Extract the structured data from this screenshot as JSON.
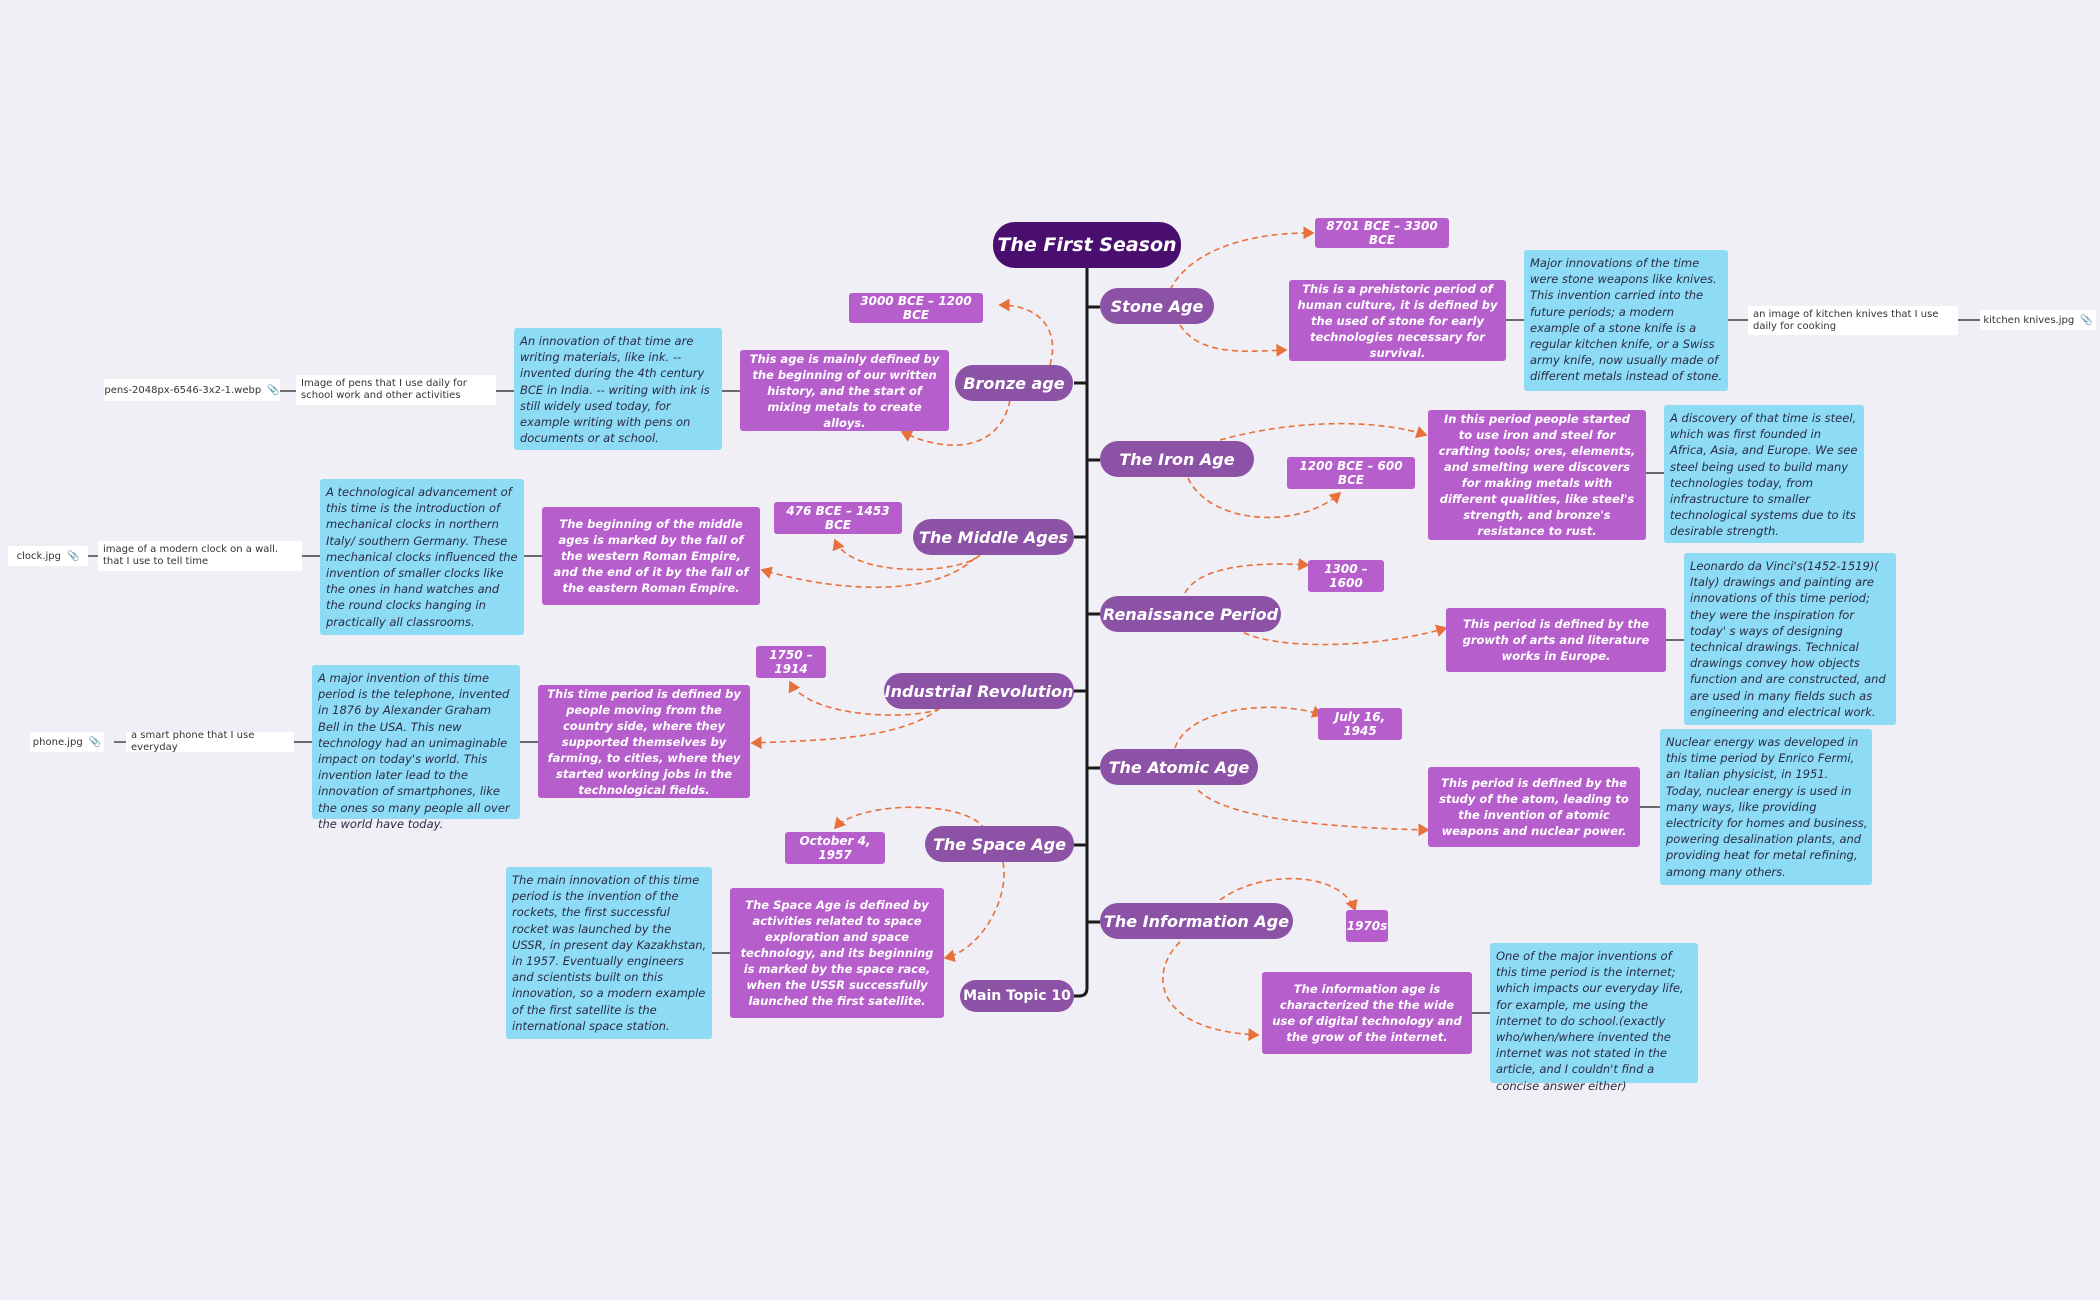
{
  "central": "The First Season",
  "topics": {
    "stone": {
      "title": "Stone Age",
      "date": "8701 BCE – 3300 BCE",
      "desc": "This is a prehistoric period of human culture, it is defined by the used of stone for early technologies necessary for survival.",
      "info": "Major innovations of the time were stone weapons like knives. This invention carried into the future periods; a modern example of a stone knife is a regular kitchen knife, or a Swiss army knife, now usually made of different metals instead of stone.",
      "label": "an image of kitchen knives that I use daily for cooking",
      "file": "kitchen knives.jpg"
    },
    "bronze": {
      "title": "Bronze age",
      "date": "3000 BCE – 1200 BCE",
      "desc": "This age is mainly defined by the beginning of our written history, and the start of mixing metals to create alloys.",
      "info": "An innovation of that time are writing materials, like ink. -- invented during the 4th century BCE in India. -- writing with ink is still widely used today, for example writing with pens on documents or at school.",
      "label": "Image of pens that I use daily for school work and other activities",
      "file": "pens-2048px-6546-3x2-1.webp"
    },
    "iron": {
      "title": "The Iron Age",
      "date": "1200 BCE – 600 BCE",
      "desc": "In this period people started to use iron and steel for crafting tools; ores, elements, and smelting were discovers for making metals with different qualities, like steel's strength, and bronze's resistance to rust.",
      "info": "A discovery of that time is steel, which was first founded in Africa, Asia, and Europe. We see steel being used to build many technologies today, from infrastructure to smaller technological systems due to its desirable strength."
    },
    "middle": {
      "title": "The Middle Ages",
      "date": "476 BCE – 1453 BCE",
      "desc": "The beginning of the middle ages is marked by the fall of the western Roman Empire, and the end of it by the fall of the eastern Roman Empire.",
      "info": "A technological advancement of this time is the introduction of mechanical clocks in northern Italy/ southern Germany. These mechanical clocks influenced the invention of smaller clocks like the ones in hand watches and the round clocks hanging in practically all classrooms.",
      "label": "image of a modern clock on a wall. that I use to tell time",
      "file": "clock.jpg"
    },
    "renaissance": {
      "title": "Renaissance Period",
      "date": "1300 – 1600",
      "desc": "This period is defined by the growth of arts and literature works in Europe.",
      "info": "Leonardo da Vinci's(1452-1519)( Italy) drawings and painting are innovations of this time period; they were the inspiration for today' s ways of designing technical drawings. Technical drawings convey how objects function and are constructed, and are used in many fields such as engineering and electrical work."
    },
    "industrial": {
      "title": "Industrial Revolution",
      "date": "1750 –1914",
      "desc": "This time period is defined by people moving from the country side, where they supported themselves by farming, to cities, where they started working jobs in the technological fields.",
      "info": "A major invention of this time period is the telephone, invented in 1876 by Alexander Graham Bell in the USA. This new technology had an unimaginable impact on today's world. This invention later lead to the innovation of smartphones, like the ones so many people all over the world have today.",
      "label": "a smart phone that I use everyday",
      "file": "phone.jpg"
    },
    "atomic": {
      "title": "The Atomic Age",
      "date": "July 16, 1945",
      "desc": "This period is defined by the study of the atom, leading to the invention of atomic weapons and nuclear power.",
      "info": "Nuclear energy was developed in this time period by Enrico Fermi, an Italian physicist, in 1951. Today, nuclear energy is used in many ways, like providing electricity for homes and business, powering desalination plants, and providing heat for metal refining, among many others."
    },
    "space": {
      "title": "The Space Age",
      "date": "October 4, 1957",
      "desc": "The Space Age is defined by activities related to space exploration and space technology, and its beginning is marked by the space race, when the USSR successfully launched the first satellite.",
      "info": "The main innovation of this time period is the invention of the rockets, the first successful rocket was launched by the USSR, in present day Kazakhstan, in 1957. Eventually engineers and scientists built on this innovation, so a modern example of the first satellite is the international space station."
    },
    "information": {
      "title": "The Information Age",
      "date": "1970s",
      "desc": "The information age is characterized the the wide use of digital technology and the grow of the internet.",
      "info": "One of the major inventions of this time period is the internet; which impacts our everyday life, for example, me using the internet to do school.(exactly who/when/where invented the internet was not stated in the article, and I couldn't find a concise answer either)"
    },
    "main10": {
      "title": "Main Topic 10"
    }
  },
  "colors": {
    "central": "#4a0f6e",
    "topic": "#8c52a6",
    "subtopic": "#b65fcc",
    "note": "#8ddbf5",
    "connector": "#1a1a1a",
    "dashed_arrow": "#e8703a"
  },
  "icons": {
    "attachment": "paperclip-icon"
  }
}
